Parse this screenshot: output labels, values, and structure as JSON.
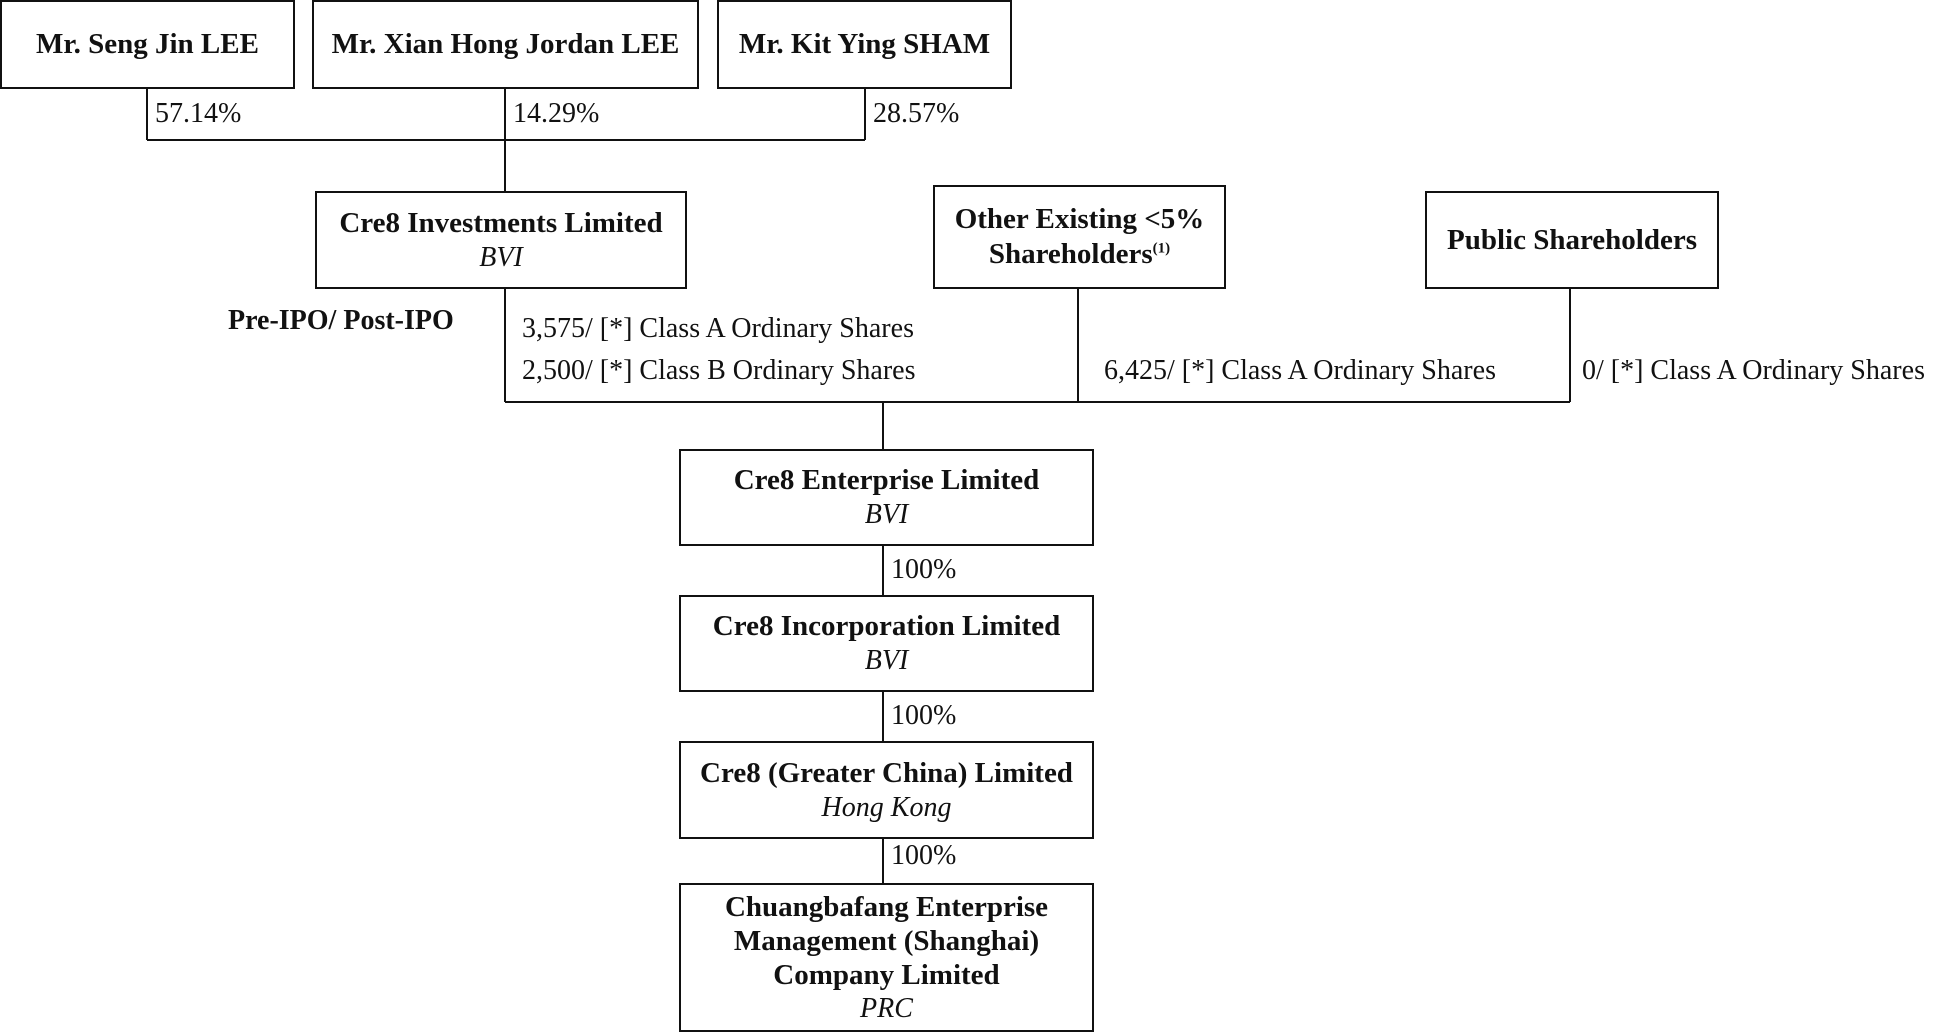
{
  "nodes": {
    "seng_jin_lee": {
      "name": "Mr. Seng Jin LEE"
    },
    "xian_hong_jordan_lee": {
      "name": "Mr. Xian Hong Jordan LEE"
    },
    "kit_ying_sham": {
      "name": "Mr. Kit Ying SHAM"
    },
    "cre8_investments": {
      "name": "Cre8 Investments Limited",
      "jurisdiction": "BVI"
    },
    "other_existing": {
      "name_line1": "Other Existing <5%",
      "name_line2": "Shareholders",
      "footnote": "(1)"
    },
    "public_shareholders": {
      "name": "Public Shareholders"
    },
    "cre8_enterprise": {
      "name": "Cre8 Enterprise Limited",
      "jurisdiction": "BVI"
    },
    "cre8_incorporation": {
      "name": "Cre8 Incorporation Limited",
      "jurisdiction": "BVI"
    },
    "cre8_greater_china": {
      "name": "Cre8 (Greater China) Limited",
      "jurisdiction": "Hong Kong"
    },
    "chuangbafang": {
      "name_line1": "Chuangbafang Enterprise",
      "name_line2": "Management (Shanghai)",
      "name_line3": "Company Limited",
      "jurisdiction": "PRC"
    }
  },
  "labels": {
    "seng_pct": "57.14%",
    "xian_pct": "14.29%",
    "kit_pct": "28.57%",
    "pre_post_ipo": "Pre-IPO/ Post-IPO",
    "cre8_inv_class_a": "3,575/ [*] Class A Ordinary Shares",
    "cre8_inv_class_b": "2,500/ [*] Class B Ordinary Shares",
    "other_class_a": "6,425/ [*] Class A Ordinary Shares",
    "public_class_a": "0/ [*] Class A Ordinary Shares",
    "incorporation_pct": "100%",
    "greater_china_pct": "100%",
    "chuangbafang_pct": "100%"
  },
  "colors": {
    "line": "#111111",
    "background": "#ffffff"
  }
}
